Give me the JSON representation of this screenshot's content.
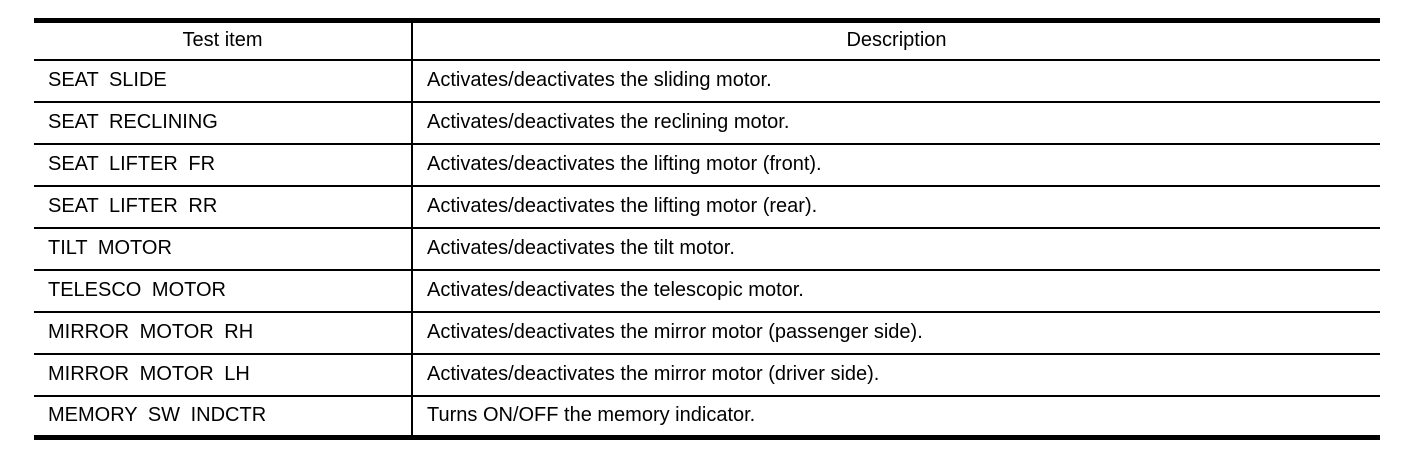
{
  "table": {
    "headers": {
      "test_item": "Test item",
      "description": "Description"
    },
    "rows": [
      {
        "test_item": "SEAT SLIDE",
        "description": "Activates/deactivates the sliding motor."
      },
      {
        "test_item": "SEAT RECLINING",
        "description": "Activates/deactivates the reclining motor."
      },
      {
        "test_item": "SEAT LIFTER FR",
        "description": "Activates/deactivates the lifting motor (front)."
      },
      {
        "test_item": "SEAT LIFTER RR",
        "description": "Activates/deactivates the lifting motor (rear)."
      },
      {
        "test_item": "TILT MOTOR",
        "description": "Activates/deactivates the tilt motor."
      },
      {
        "test_item": "TELESCO MOTOR",
        "description": "Activates/deactivates the telescopic motor."
      },
      {
        "test_item": "MIRROR MOTOR RH",
        "description": "Activates/deactivates the mirror motor (passenger side)."
      },
      {
        "test_item": "MIRROR MOTOR LH",
        "description": "Activates/deactivates the mirror motor (driver side)."
      },
      {
        "test_item": "MEMORY SW INDCTR",
        "description": "Turns ON/OFF the memory indicator."
      }
    ],
    "colors": {
      "border": "#000000",
      "text": "#000000",
      "background": "#ffffff"
    }
  }
}
